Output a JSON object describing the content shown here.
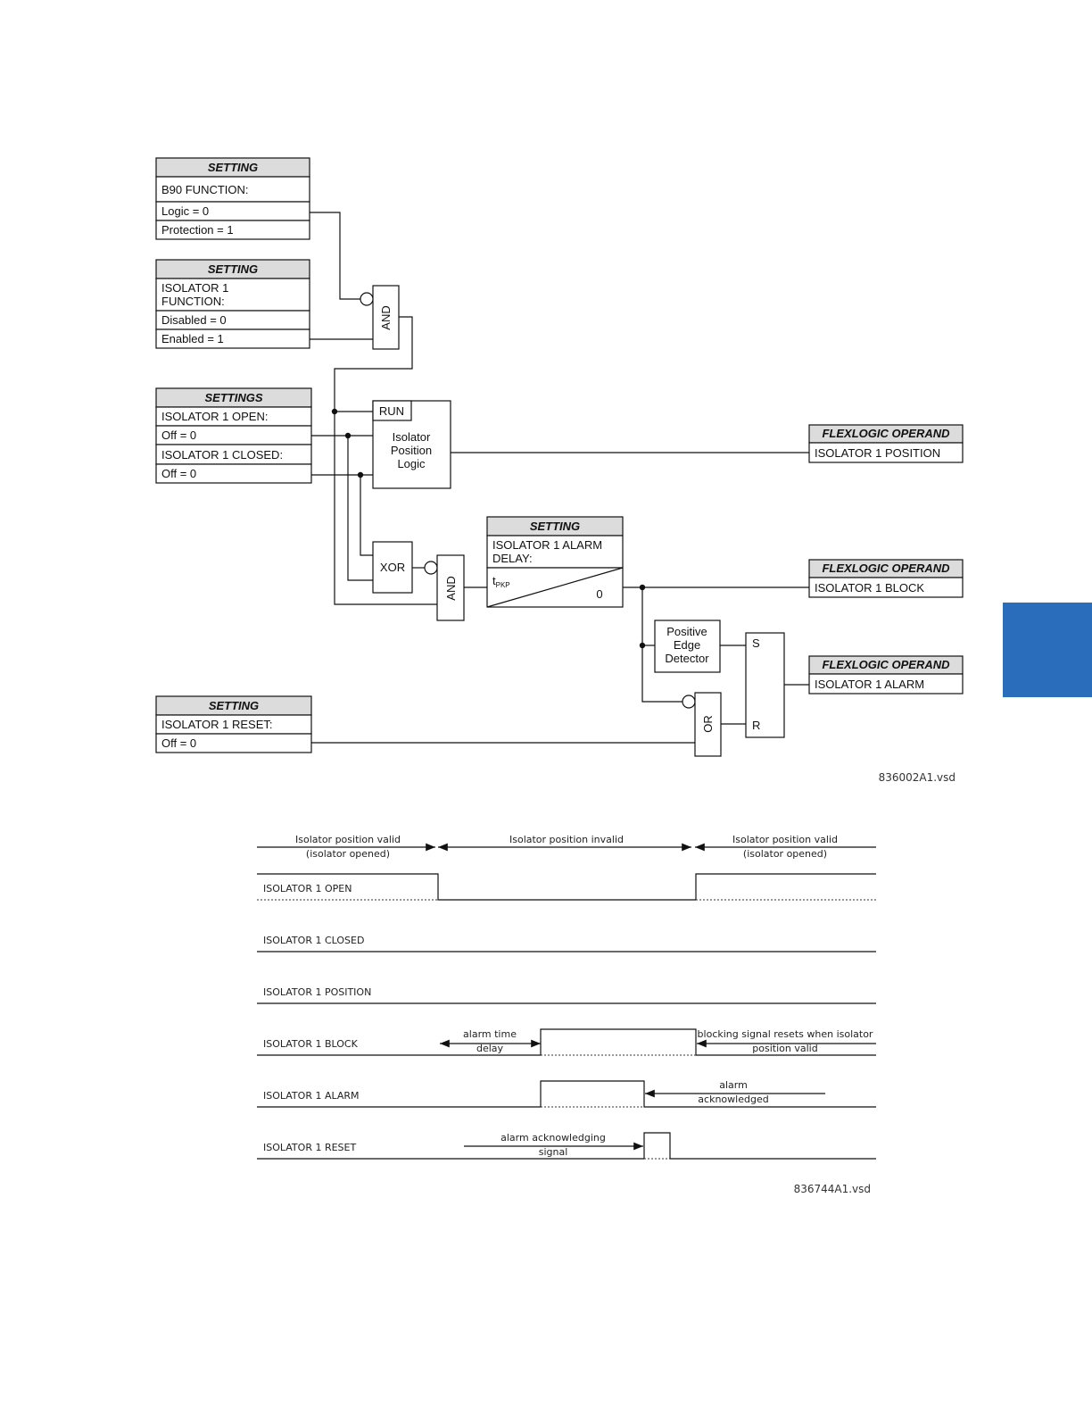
{
  "logic_diagram": {
    "b90_setting": {
      "header": "SETTING",
      "title": "B90 FUNCTION:",
      "rows": [
        "Logic = 0",
        "Protection  = 1"
      ]
    },
    "isolator_function_setting": {
      "header": "SETTING",
      "title_line1": "ISOLATOR 1",
      "title_line2": "FUNCTION:",
      "rows": [
        "Disabled = 0",
        "Enabled  = 1"
      ]
    },
    "isolator_settings": {
      "header": "SETTINGS",
      "rows": [
        "ISOLATOR 1 OPEN:",
        "Off = 0",
        "ISOLATOR 1 CLOSED:",
        "Off = 0"
      ]
    },
    "reset_setting": {
      "header": "SETTING",
      "title": "ISOLATOR 1 RESET:",
      "rows": [
        "Off = 0"
      ]
    },
    "alarm_delay_setting": {
      "header": "SETTING",
      "title_line1": "ISOLATOR 1 ALARM",
      "title_line2": "DELAY:",
      "tpkp_main": "t",
      "tpkp_sub": "PKP",
      "zero": "0"
    },
    "gates": {
      "and1": "AND",
      "and2": "AND",
      "xor": "XOR",
      "or": "OR"
    },
    "position_logic": {
      "run": "RUN",
      "line1": "Isolator",
      "line2": "Position",
      "line3": "Logic"
    },
    "edge_detector": {
      "line1": "Positive",
      "line2": "Edge",
      "line3": "Detector"
    },
    "latch": {
      "s": "S",
      "r": "R"
    },
    "operands": [
      {
        "header": "FLEXLOGIC OPERAND",
        "name": "ISOLATOR 1 POSITION"
      },
      {
        "header": "FLEXLOGIC OPERAND",
        "name": "ISOLATOR 1 BLOCK"
      },
      {
        "header": "FLEXLOGIC OPERAND",
        "name": "ISOLATOR 1 ALARM"
      }
    ],
    "file_name": "836002A1.vsd"
  },
  "timing_diagram": {
    "phases": [
      {
        "line1": "Isolator position valid",
        "line2": "(isolator opened)"
      },
      {
        "line1": "Isolator position invalid",
        "line2": ""
      },
      {
        "line1": "Isolator position valid",
        "line2": "(isolator opened)"
      }
    ],
    "signals": [
      "ISOLATOR 1 OPEN",
      "ISOLATOR 1 CLOSED",
      "ISOLATOR 1 POSITION",
      "ISOLATOR 1 BLOCK",
      "ISOLATOR 1 ALARM",
      "ISOLATOR 1 RESET"
    ],
    "annotations": {
      "alarm_time_delay": {
        "line1": "alarm time",
        "line2": "delay"
      },
      "blocking_reset": {
        "line1": "blocking signal resets when isolator",
        "line2": "position valid"
      },
      "alarm_ack": {
        "line1": "alarm",
        "line2": "acknowledged"
      },
      "ack_signal": {
        "line1": "alarm acknowledging",
        "line2": "signal"
      }
    },
    "file_name": "836744A1.vsd"
  },
  "colors": {
    "side_tab": "#2a6ebb",
    "header_fill": "#dcdcdc"
  }
}
